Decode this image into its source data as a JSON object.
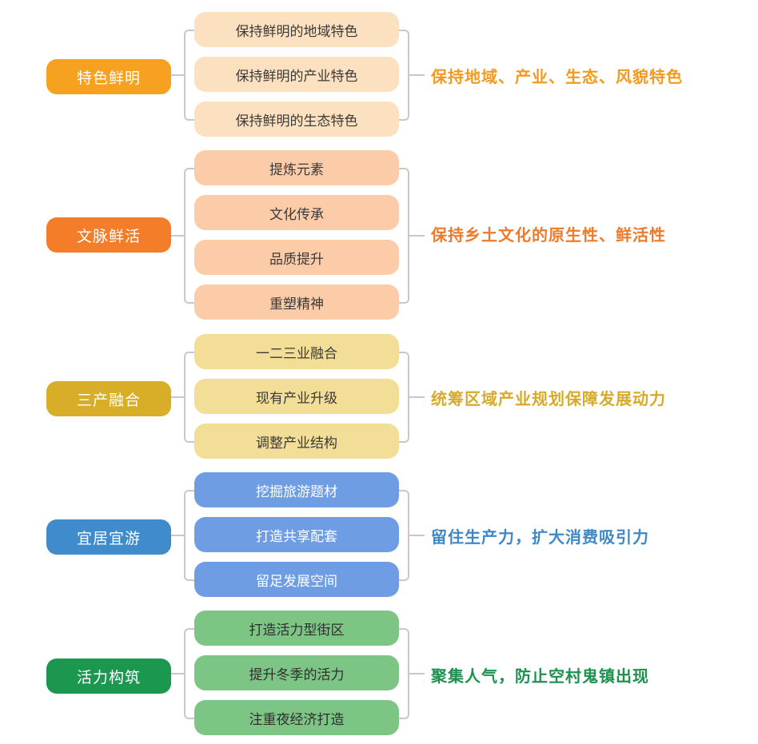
{
  "groups": [
    {
      "category": "特色鲜明",
      "category_color": "#F7A121",
      "item_color": "#FCE1C0",
      "item_text_color": "#3A3A3A",
      "summary_color": "#F39A1E",
      "items": [
        "保持鲜明的地域特色",
        "保持鲜明的产业特色",
        "保持鲜明的生态特色"
      ],
      "summary": "保持地域、产业、生态、风貌特色"
    },
    {
      "category": "文脉鲜活",
      "category_color": "#F47D2A",
      "item_color": "#FCCBA8",
      "item_text_color": "#3A3A3A",
      "summary_color": "#EE7A2A",
      "items": [
        "提炼元素",
        "文化传承",
        "品质提升",
        "重塑精神"
      ],
      "summary": "保持乡土文化的原生性、鲜活性"
    },
    {
      "category": "三产融合",
      "category_color": "#D8AE28",
      "item_color": "#F3DE97",
      "item_text_color": "#3A3A3A",
      "summary_color": "#D6AA2A",
      "items": [
        "一二三业融合",
        "现有产业升级",
        "调整产业结构"
      ],
      "summary": "统筹区域产业规划保障发展动力"
    },
    {
      "category": "宜居宜游",
      "category_color": "#3F8BCB",
      "item_color": "#6E9DE3",
      "item_text_color": "#FFFFFF",
      "summary_color": "#3E88C6",
      "items": [
        "挖掘旅游题材",
        "打造共享配套",
        "留足发展空间"
      ],
      "summary": "留住生产力，扩大消费吸引力"
    },
    {
      "category": "活力构筑",
      "category_color": "#1C9750",
      "item_color": "#7DC584",
      "item_text_color": "#2E2E2E",
      "summary_color": "#1E9150",
      "items": [
        "打造活力型街区",
        "提升冬季的活力",
        "注重夜经济打造"
      ],
      "summary": "聚集人气，防止空村鬼镇出现"
    }
  ]
}
